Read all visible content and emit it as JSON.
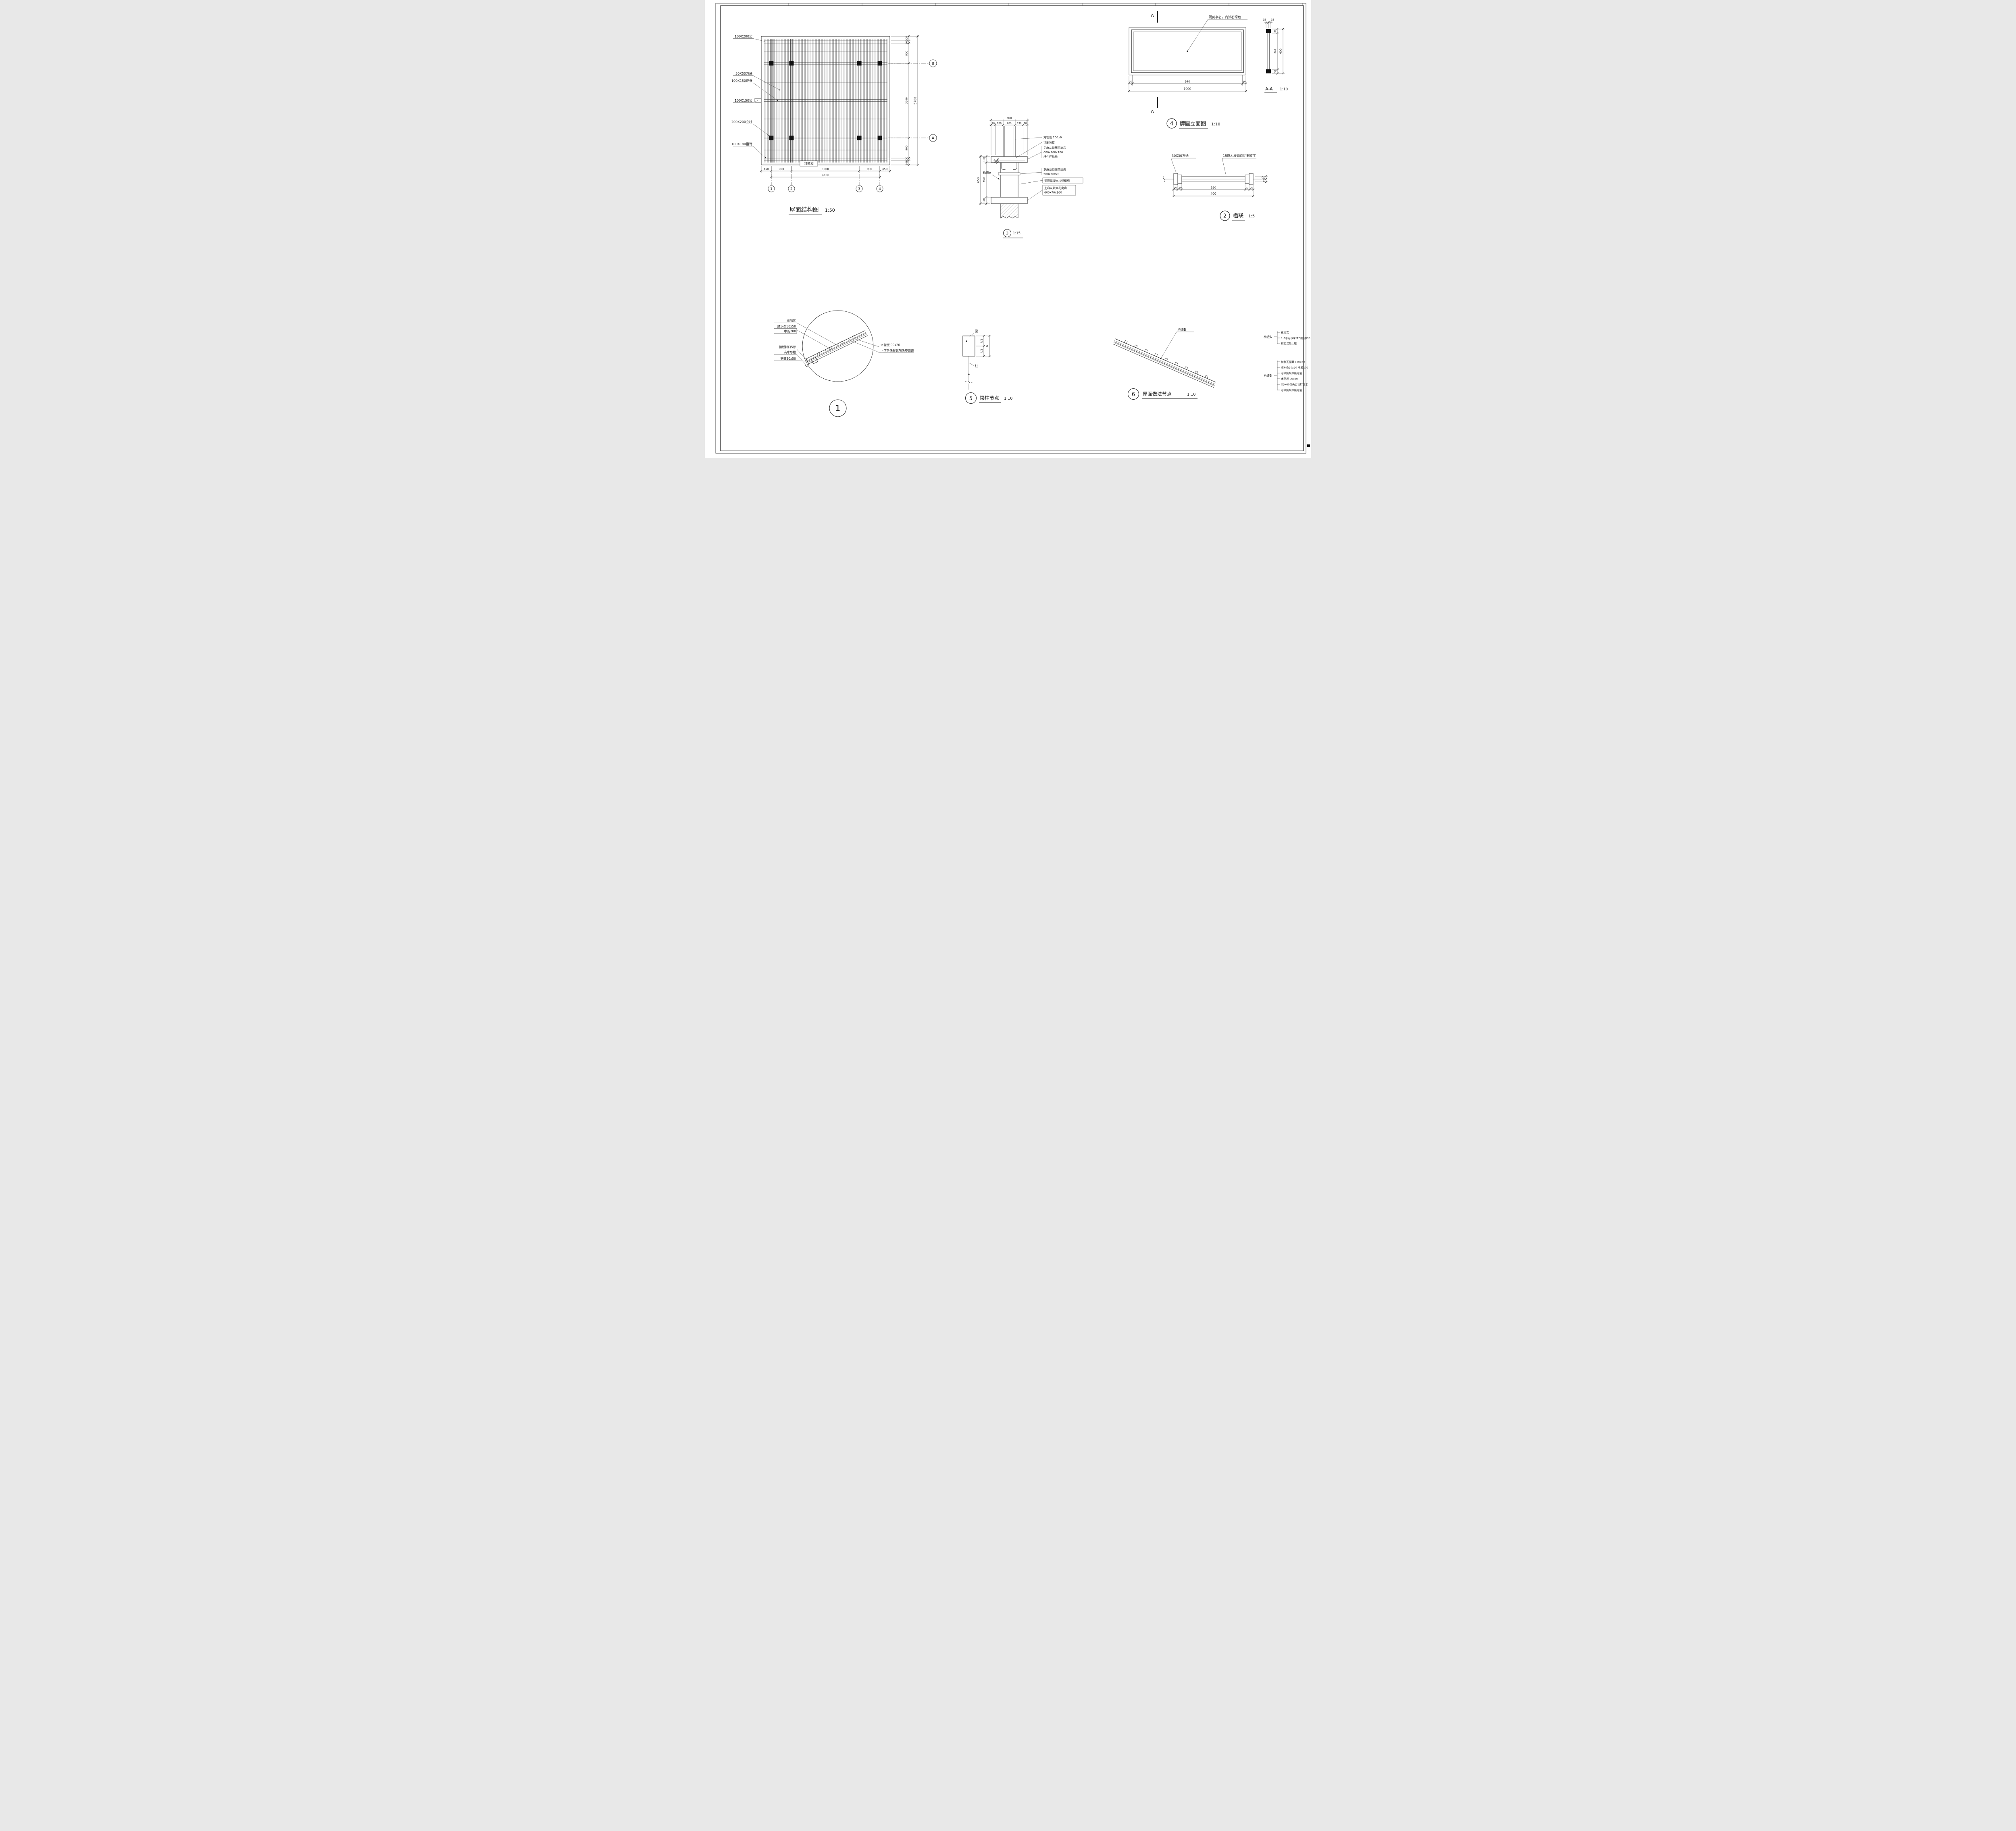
{
  "sheet": {
    "bg": "#ffffff",
    "ink": "#1c1c1c"
  },
  "plan": {
    "title": "屋面结构图",
    "scale": "1:50",
    "callouts": [
      "100X200梁",
      "50X50方通",
      "100X150正脊",
      "100X150梁",
      "200X200立柱",
      "100X180垂脊"
    ],
    "fascia": "封檐板",
    "dims_bottom": [
      "450",
      "900",
      "3000",
      "900",
      "450"
    ],
    "total_bottom": "4800",
    "dims_right": [
      "200",
      "100",
      "900",
      "3300",
      "900",
      "100",
      "200"
    ],
    "total_right": "5700",
    "grid_cols": [
      "1",
      "2",
      "3",
      "4"
    ],
    "grid_rows": [
      "B",
      "A"
    ]
  },
  "d3": {
    "num": "3",
    "scale": "1:15",
    "total_top": "600",
    "dims_top": [
      "70",
      "130",
      "200",
      "130",
      "70"
    ],
    "dims_left": [
      "100",
      "350",
      "100"
    ],
    "total_left": "650",
    "dims_small": [
      "20",
      "30"
    ],
    "construct_a": "构造A",
    "r1": "方钢管 200x6",
    "r2": "钢制铰接",
    "r3": "芝麻灰烧面花岗岩",
    "r4": "600x200x100",
    "r5": "埋件详结施",
    "r6": "芝麻灰烧面花岗岩",
    "r7": "560x50x20",
    "r8": "钢筋混凝土柱详结施",
    "r9": "芝麻灰烧面花岗岩",
    "r10": "600x70x100"
  },
  "d4": {
    "num": "4",
    "title": "牌匾立面图",
    "scale": "1:10",
    "callout": "阴刻亭名，内涂石绿色",
    "mark": "A",
    "dims": [
      "30",
      "940",
      "30"
    ],
    "total": "1000"
  },
  "aa": {
    "title": "A-A",
    "scale": "1:10",
    "dims_top": [
      "15",
      "15"
    ],
    "dims_right": [
      "30",
      "340",
      "30"
    ],
    "total": "400"
  },
  "d2": {
    "num": "2",
    "title": "楹联",
    "scale": "1:5",
    "callout_left": "30X30方通",
    "callout_right": "15厚木板两面阴刻文字",
    "dims_bottom": [
      "20",
      "20",
      "320",
      "20",
      "20"
    ],
    "total": "400",
    "dims_right": [
      "15",
      "15"
    ]
  },
  "d1": {
    "num": "1",
    "left": [
      "树脂瓦",
      "顺水条50x50",
      "中距200",
      "钢板封口5厚",
      "滴水导槽",
      "钢管50x50"
    ],
    "right": [
      "木望板 90x20",
      "上下各涂聚氨酯涂膜两道"
    ]
  },
  "d5": {
    "num": "5",
    "title": "梁柱节点",
    "scale": "1:10",
    "beam": "梁",
    "col": "柱",
    "dims": [
      "h/2",
      "h/2"
    ],
    "total": "h"
  },
  "d6": {
    "num": "6",
    "title": "屋面做法节点",
    "scale": "1:10",
    "callout": "构造B"
  },
  "notes": {
    "a_title": "构造A",
    "a_items": [
      "花岗岩",
      "1:3水泥砂浆结合层 厚30",
      "钢筋混凝土柱"
    ],
    "b_title": "构造B",
    "b_items": [
      "树脂瓦屋面 150x20",
      "顺水条50x50 中距200",
      "涂聚氨酯涂膜两道",
      "木望板 90x20",
      "Ø5x60沉头自攻钉固定",
      "涂聚氨酯涂膜两道"
    ]
  }
}
